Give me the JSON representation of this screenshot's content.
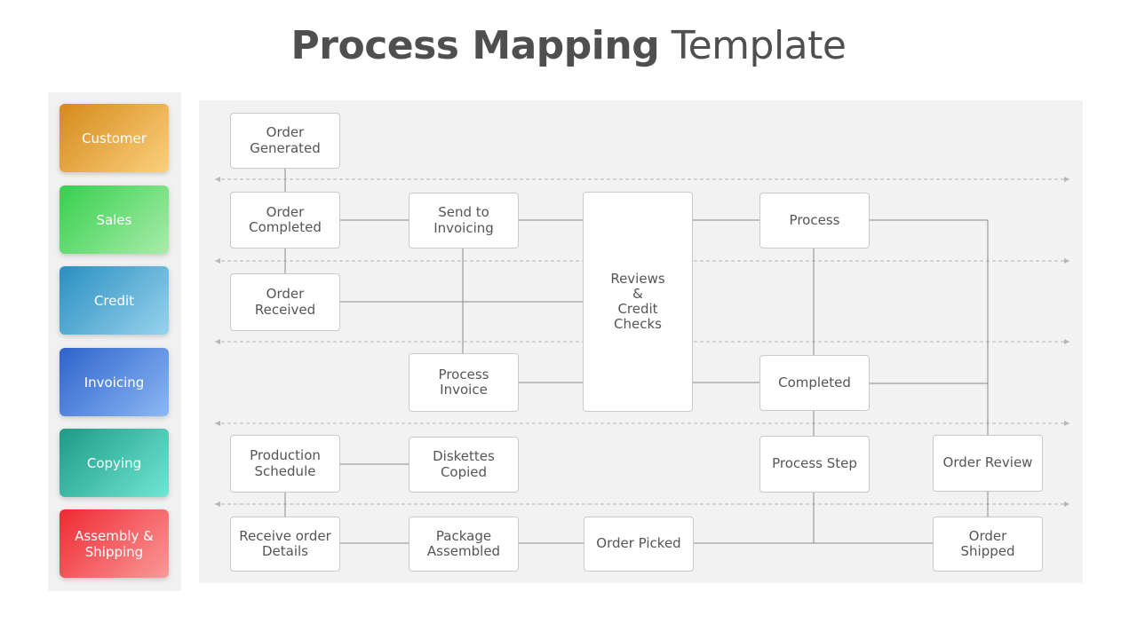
{
  "title": {
    "bold": "Process Mapping",
    "light": "Template"
  },
  "lanes": [
    {
      "label": "Customer",
      "from": "#d58a1c",
      "to": "#fbd07c"
    },
    {
      "label": "Sales",
      "from": "#35d04e",
      "to": "#a9eca9"
    },
    {
      "label": "Credit",
      "from": "#2a8fc0",
      "to": "#97d3ee"
    },
    {
      "label": "Invoicing",
      "from": "#2f63cc",
      "to": "#8bb8f4"
    },
    {
      "label": "Copying",
      "from": "#1d9b85",
      "to": "#70e6d6"
    },
    {
      "label": "Assembly &\nShipping",
      "from": "#ee2a31",
      "to": "#fb9999"
    }
  ],
  "nodes": {
    "order_generated": "Order\nGenerated",
    "order_completed": "Order\nCompleted",
    "send_to_invoicing": "Send to\nInvoicing",
    "reviews_credit_checks": "Reviews\n&\nCredit\nChecks",
    "process": "Process",
    "order_received": "Order\nReceived",
    "process_invoice": "Process\nInvoice",
    "completed": "Completed",
    "production_schedule": "Production\nSchedule",
    "diskettes_copied": "Diskettes\nCopied",
    "process_step": "Process Step",
    "order_review": "Order Review",
    "receive_order_details": "Receive order\nDetails",
    "package_assembled": "Package\nAssembled",
    "order_picked": "Order Picked",
    "order_shipped": "Order\nShipped"
  },
  "colors": {
    "line": "#8a8a8a",
    "dash": "#b5b5b5"
  }
}
